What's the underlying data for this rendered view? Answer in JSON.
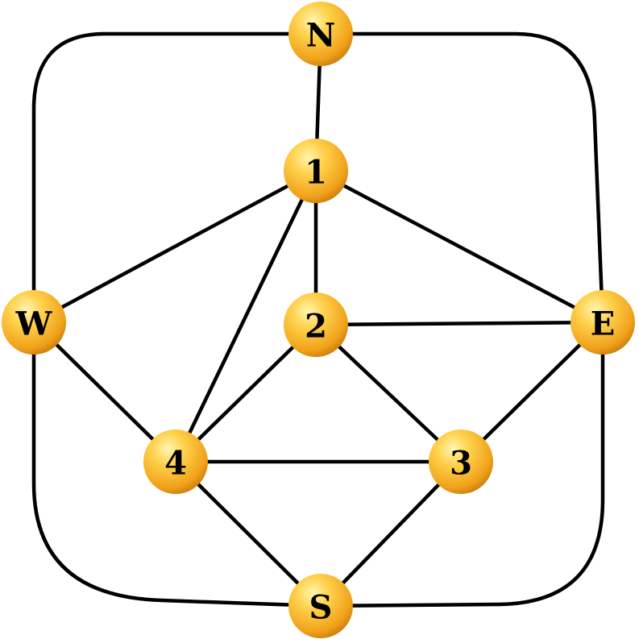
{
  "graph": {
    "nodes": [
      {
        "id": "N",
        "label": "N"
      },
      {
        "id": "1",
        "label": "1"
      },
      {
        "id": "W",
        "label": "W"
      },
      {
        "id": "2",
        "label": "2"
      },
      {
        "id": "E",
        "label": "E"
      },
      {
        "id": "4",
        "label": "4"
      },
      {
        "id": "3",
        "label": "3"
      },
      {
        "id": "S",
        "label": "S"
      }
    ],
    "edges": [
      [
        "N",
        "1"
      ],
      [
        "1",
        "W"
      ],
      [
        "1",
        "2"
      ],
      [
        "1",
        "E"
      ],
      [
        "1",
        "4"
      ],
      [
        "W",
        "4"
      ],
      [
        "2",
        "E"
      ],
      [
        "2",
        "4"
      ],
      [
        "2",
        "3"
      ],
      [
        "E",
        "3"
      ],
      [
        "4",
        "3"
      ],
      [
        "4",
        "S"
      ],
      [
        "3",
        "S"
      ],
      [
        "N",
        "W"
      ],
      [
        "N",
        "E"
      ],
      [
        "W",
        "S"
      ],
      [
        "E",
        "S"
      ]
    ],
    "node_color": "#f5b020"
  }
}
